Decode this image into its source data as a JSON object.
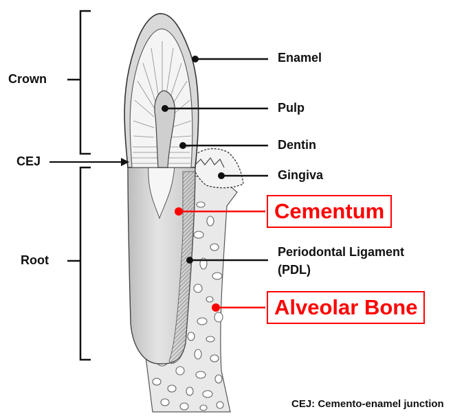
{
  "sections": {
    "crown": "Crown",
    "cej": "CEJ",
    "root": "Root"
  },
  "labels": {
    "enamel": "Enamel",
    "pulp": "Pulp",
    "dentin": "Dentin",
    "gingiva": "Gingiva",
    "cementum": "Cementum",
    "pdl_line1": "Periodontal Ligament",
    "pdl_line2": "(PDL)",
    "alveolar_bone": "Alveolar Bone"
  },
  "footnote": "CEJ: Cemento-enamel junction",
  "colors": {
    "highlight": "#ff0000",
    "text": "#111111",
    "enamel": "#d6d6d6",
    "dentin": "#f0f0f0",
    "root": "#cfcfcf",
    "bone": "#ececec"
  }
}
